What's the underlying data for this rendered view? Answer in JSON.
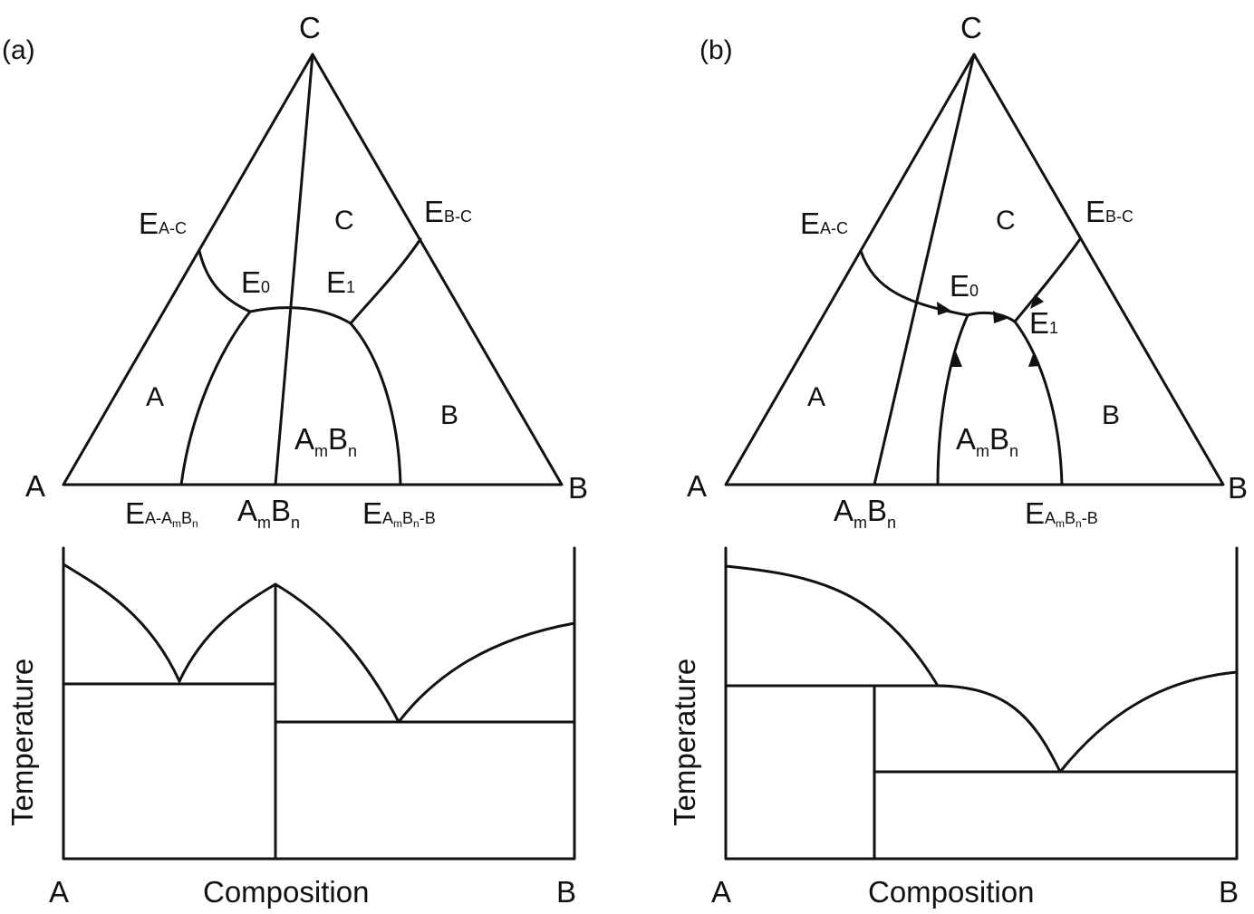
{
  "panel_a": {
    "panel_label": "(a)",
    "vertex_c": "C",
    "vertex_a": "A",
    "vertex_b": "B",
    "eutectic_ac": {
      "main": "E",
      "sub": "A-C"
    },
    "eutectic_bc": {
      "main": "E",
      "sub": "B-C"
    },
    "eutectic_e0": {
      "main": "E",
      "sub": "0"
    },
    "eutectic_e1": {
      "main": "E",
      "sub": "1"
    },
    "field_c": "C",
    "field_a": "A",
    "field_b": "B",
    "field_ambn": {
      "a": "A",
      "m": "m",
      "b": "B",
      "n": "n"
    },
    "base_ambn": {
      "a": "A",
      "m": "m",
      "b": "B",
      "n": "n"
    },
    "eutectic_a_ambn": {
      "main": "E",
      "a": "A-A",
      "m": "m",
      "b": "B",
      "n": "n"
    },
    "eutectic_ambn_b": {
      "main": "E",
      "a": "A",
      "m": "m",
      "b": "B",
      "n": "n",
      "tail": "-B"
    },
    "y_axis_label": "Temperature",
    "x_axis_label": "Composition",
    "x_left": "A",
    "x_right": "B"
  },
  "panel_b": {
    "panel_label": "(b)",
    "vertex_c": "C",
    "vertex_a": "A",
    "vertex_b": "B",
    "eutectic_ac": {
      "main": "E",
      "sub": "A-C"
    },
    "eutectic_bc": {
      "main": "E",
      "sub": "B-C"
    },
    "eutectic_e0": {
      "main": "E",
      "sub": "0"
    },
    "eutectic_e1": {
      "main": "E",
      "sub": "1"
    },
    "field_c": "C",
    "field_a": "A",
    "field_b": "B",
    "field_ambn": {
      "a": "A",
      "m": "m",
      "b": "B",
      "n": "n"
    },
    "base_ambn": {
      "a": "A",
      "m": "m",
      "b": "B",
      "n": "n"
    },
    "eutectic_ambn_b": {
      "main": "E",
      "a": "A",
      "m": "m",
      "b": "B",
      "n": "n",
      "tail": "-B"
    },
    "y_axis_label": "Temperature",
    "x_axis_label": "Composition",
    "x_left": "A",
    "x_right": "B"
  },
  "colors": {
    "line": "#111111",
    "background": "#ffffff"
  }
}
